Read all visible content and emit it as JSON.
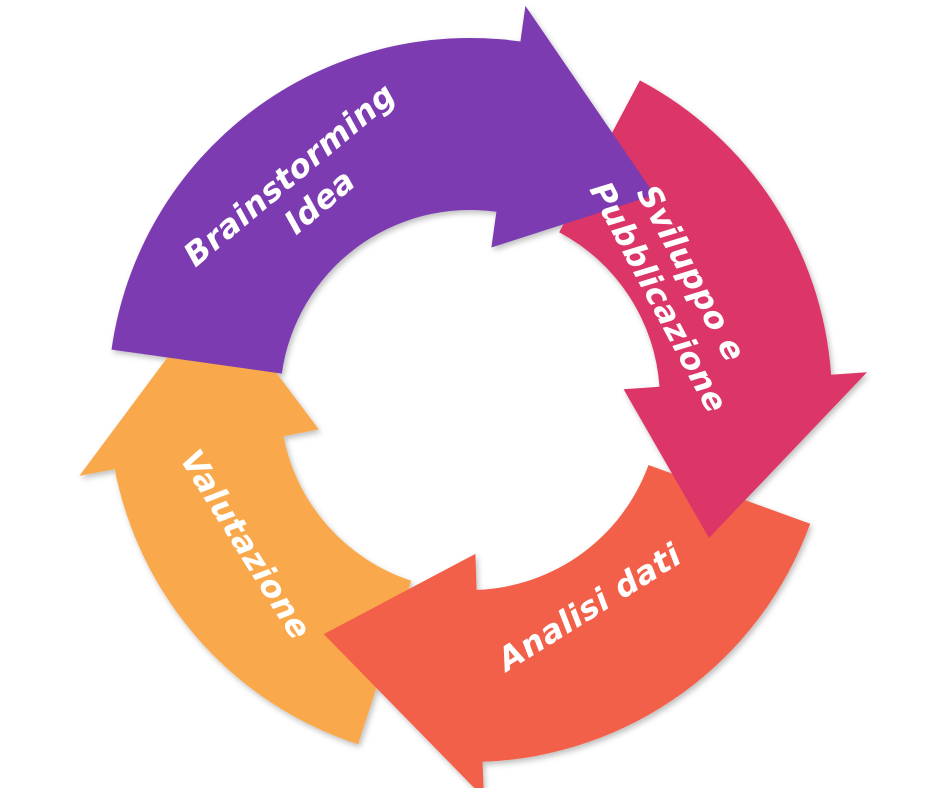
{
  "diagram": {
    "stages": [
      {
        "id": "brainstorming",
        "lines": [
          "Brainstorming",
          "Idea"
        ],
        "color": "#7b3bb0"
      },
      {
        "id": "sviluppo",
        "lines": [
          "Sviluppo e",
          "Pubblicazione"
        ],
        "color": "#dc3468"
      },
      {
        "id": "analisi",
        "lines": [
          "Analisi dati"
        ],
        "color": "#f2614a"
      },
      {
        "id": "valutazione",
        "lines": [
          "Valutazione"
        ],
        "color": "#f9a94b"
      }
    ]
  }
}
